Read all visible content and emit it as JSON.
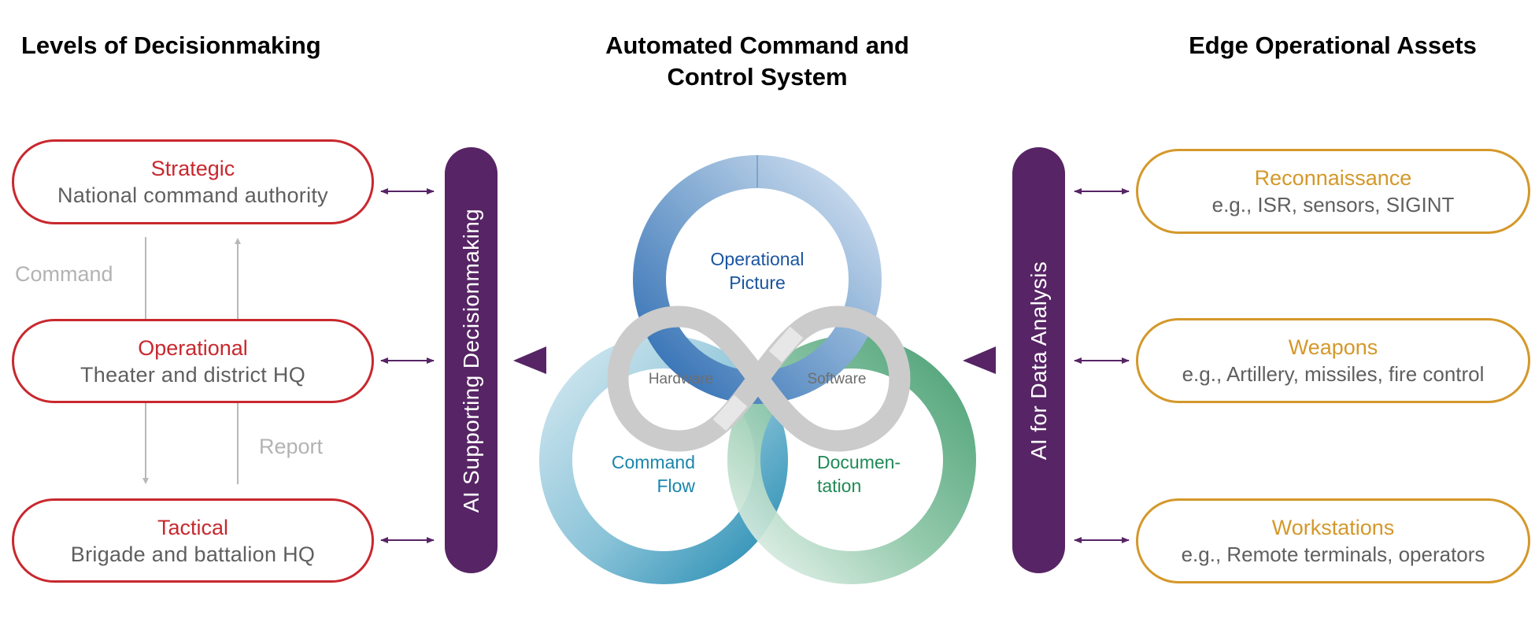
{
  "columns": {
    "left_title": "Levels of Decisionmaking",
    "center_title": [
      "Automated Command and",
      "Control System"
    ],
    "right_title": "Edge Operational Assets"
  },
  "levels": [
    {
      "title": "Strategic",
      "subtitle": "National command authority"
    },
    {
      "title": "Operational",
      "subtitle": "Theater and district HQ"
    },
    {
      "title": "Tactical",
      "subtitle": "Brigade and battalion HQ"
    }
  ],
  "flow_labels": {
    "command": "Command",
    "report": "Report"
  },
  "ai_bars": {
    "left": "AI Supporting Decisionmaking",
    "right": "AI for Data Analysis"
  },
  "system": {
    "rings": [
      {
        "label": [
          "Operational",
          "Picture"
        ],
        "color": "#1a55a0"
      },
      {
        "label": [
          "Command",
          "Flow"
        ],
        "color": "#1a86ad"
      },
      {
        "label": [
          "Documen-",
          "tation"
        ],
        "color": "#1f8a55"
      }
    ],
    "infinity": [
      "Hardware",
      "Software"
    ]
  },
  "assets": [
    {
      "title": "Reconnaissance",
      "subtitle": "e.g., ISR, sensors, SIGINT"
    },
    {
      "title": "Weapons",
      "subtitle": "e.g., Artillery, missiles, fire control"
    },
    {
      "title": "Workstations",
      "subtitle": "e.g., Remote terminals, operators"
    }
  ],
  "colors": {
    "levels_accent": "#c8282e",
    "assets_accent": "#d4982a",
    "ai_bar": "#572465",
    "arrows": "#572465",
    "flow_lines": "#b8b8b8"
  }
}
